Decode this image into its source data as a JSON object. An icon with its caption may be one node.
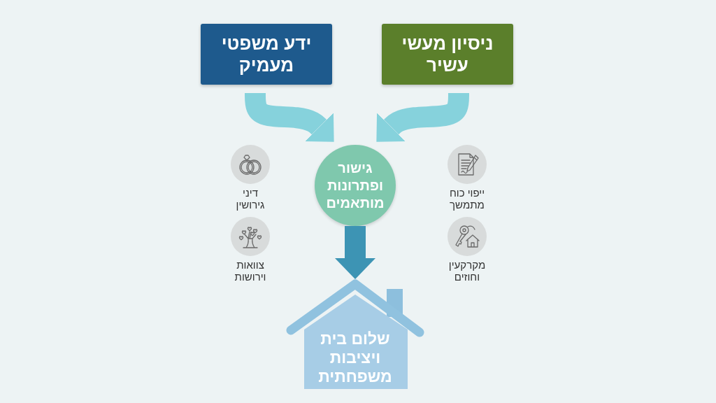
{
  "diagram": {
    "nodes": [
      {
        "text": [
          "ניסיון מעשי עשיר"
        ]
      },
      {
        "text": [
          "ידע משפטי מעמיק"
        ]
      },
      {
        "text": [
          "ייפוי כוח מתמשך"
        ]
      },
      {
        "text": [
          "גישור ופתרונות מותאמים"
        ]
      },
      {
        "text": [
          "דיני גירושין"
        ]
      },
      {
        "text": [
          "מקרקעין וחוזים"
        ]
      },
      {
        "text": [
          "צוואות וירושות"
        ]
      },
      {
        "text": [
          "שלום בית ויציבות משפחתית"
        ]
      }
    ],
    "edges": [
      {
        "from": 0,
        "to": 3,
        "arrow": "to"
      },
      {
        "from": 1,
        "to": 3,
        "arrow": "to"
      },
      {
        "from": 3,
        "to": 7,
        "arrow": "to",
        "color": "#3d94b4"
      }
    ]
  }
}
